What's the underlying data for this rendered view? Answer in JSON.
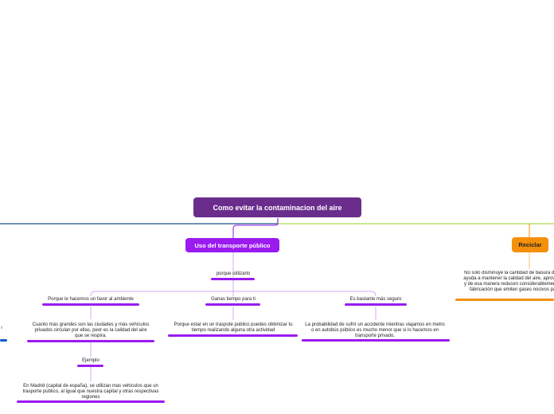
{
  "root": {
    "label": "Como evitar la contaminacion del aire"
  },
  "branches": {
    "transporte": {
      "label": "Uso del transporte público",
      "color": "#9a1af0",
      "why": "porque utilizarlo",
      "reasons": [
        {
          "title": "Porque le hacemos un favor al ambiente",
          "detail": "Cuanto más grandes son las ciudades y más vehículos privados circulan por ellas, peor es la calidad del aire que se respira.",
          "example_label": "Ejemplo",
          "example": "En Madrid (capital de españa), se utilizan mas vehiculos que un trasporte publico, al igual que nuestra capital y otras respectivas regiones"
        },
        {
          "title": "Ganas tiempo para ti",
          "detail": "Porque estar en un traspote publico puedes obtimizar tu tiempo realizando alguna otra actividad"
        },
        {
          "title": "Es bastante más seguro",
          "detail": "La probabilidad de sufrir un accidente mientras viajamos en metro o en autobús público es mucho menor que si lo hacemos en transporte privado."
        }
      ]
    },
    "reciclar": {
      "label": "Reciclar",
      "color": "#f4900c",
      "detail": "No solo disminuye la cantidad de basura del planeta, también ayuda a mantener la calidad del aire, aprovechan los recursos y de esa manera reducen considerablemente los procesos de fabricación que emiten gases nocivos para la atmósfera."
    },
    "left_stub": {
      "label": "i",
      "color": "#0a5cc8"
    },
    "colors": {
      "left_line": "#1a4f8a",
      "right_line": "#a8d94a"
    }
  }
}
